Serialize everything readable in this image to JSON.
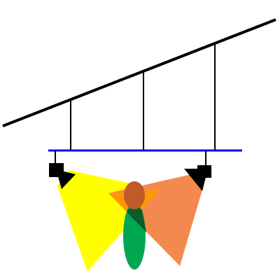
{
  "scene": {
    "background": "#ffffff",
    "colors": {
      "ceiling_line": "#000000",
      "hanger_rods": "#000000",
      "lighting_bar": "#0000ff",
      "spotlight_fixture": "#000000",
      "left_beam": "#ffff00",
      "right_beam": "#f4894f",
      "overlap_beam": "#ff9800",
      "figure_body": "#00a651",
      "figure_head": "#c05a28",
      "body_shadow": "#0b5d2c"
    },
    "elements": [
      "sloped-ceiling-line",
      "hanger-rod-left",
      "hanger-rod-middle",
      "hanger-rod-right",
      "lighting-bar",
      "left-spotlight-fixture",
      "right-spotlight-fixture",
      "left-spotlight-beam",
      "right-spotlight-beam",
      "spotlit-figure"
    ]
  }
}
